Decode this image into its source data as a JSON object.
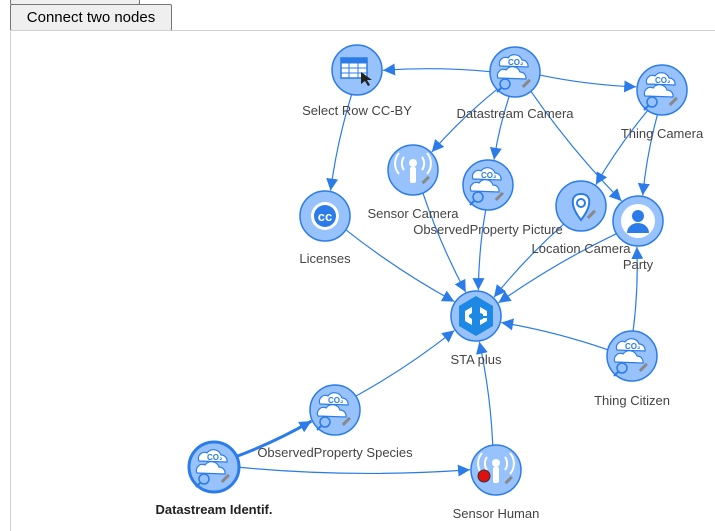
{
  "toolbar": {
    "connect_label": "Connect two nodes"
  },
  "graph": {
    "nodes": [
      {
        "id": "select_row",
        "label": "Select Row CC-BY",
        "icon": "table-select-icon",
        "selected": false
      },
      {
        "id": "ds_camera",
        "label": "Datastream Camera",
        "icon": "co2-cloud-icon",
        "selected": false
      },
      {
        "id": "thing_camera",
        "label": "Thing Camera",
        "icon": "co2-cloud-icon",
        "selected": false
      },
      {
        "id": "sensor_camera",
        "label": "Sensor Camera",
        "icon": "sensor-icon",
        "selected": false
      },
      {
        "id": "obs_prop_picture",
        "label": "ObservedProperty Picture",
        "icon": "co2-cloud-icon",
        "selected": false
      },
      {
        "id": "location_camera",
        "label": "Location Camera",
        "icon": "location-pin-icon",
        "selected": false
      },
      {
        "id": "party",
        "label": "Party",
        "icon": "person-icon",
        "selected": false
      },
      {
        "id": "licenses",
        "label": "Licenses",
        "icon": "cc-icon",
        "selected": false
      },
      {
        "id": "sta_plus",
        "label": "STA plus",
        "icon": "gc-logo-icon",
        "selected": false
      },
      {
        "id": "thing_citizen",
        "label": "Thing Citizen",
        "icon": "co2-cloud-icon",
        "selected": false
      },
      {
        "id": "obs_prop_species",
        "label": "ObservedProperty Species",
        "icon": "co2-cloud-icon",
        "selected": false
      },
      {
        "id": "ds_identif",
        "label": "Datastream Identif.",
        "icon": "co2-cloud-icon",
        "selected": true
      },
      {
        "id": "sensor_human",
        "label": "Sensor Human",
        "icon": "sensor-icon",
        "selected": false
      }
    ],
    "edges": [
      {
        "from": "ds_camera",
        "to": "select_row"
      },
      {
        "from": "ds_camera",
        "to": "thing_camera"
      },
      {
        "from": "ds_camera",
        "to": "sensor_camera"
      },
      {
        "from": "ds_camera",
        "to": "obs_prop_picture"
      },
      {
        "from": "ds_camera",
        "to": "party"
      },
      {
        "from": "select_row",
        "to": "licenses"
      },
      {
        "from": "thing_camera",
        "to": "location_camera"
      },
      {
        "from": "thing_camera",
        "to": "party"
      },
      {
        "from": "licenses",
        "to": "sta_plus"
      },
      {
        "from": "sensor_camera",
        "to": "sta_plus"
      },
      {
        "from": "obs_prop_picture",
        "to": "sta_plus"
      },
      {
        "from": "location_camera",
        "to": "sta_plus"
      },
      {
        "from": "party",
        "to": "sta_plus"
      },
      {
        "from": "thing_citizen",
        "to": "sta_plus"
      },
      {
        "from": "thing_citizen",
        "to": "party"
      },
      {
        "from": "obs_prop_species",
        "to": "sta_plus"
      },
      {
        "from": "sensor_human",
        "to": "sta_plus"
      },
      {
        "from": "ds_identif",
        "to": "obs_prop_species",
        "emphasis": true
      },
      {
        "from": "ds_identif",
        "to": "sensor_human"
      }
    ]
  },
  "colors": {
    "edge": "#2b7ce9",
    "node_fill": "#97c2fc",
    "node_border": "#2b7ce9",
    "icon_fill": "#ffffff",
    "sensor_dot": "#e01010"
  }
}
